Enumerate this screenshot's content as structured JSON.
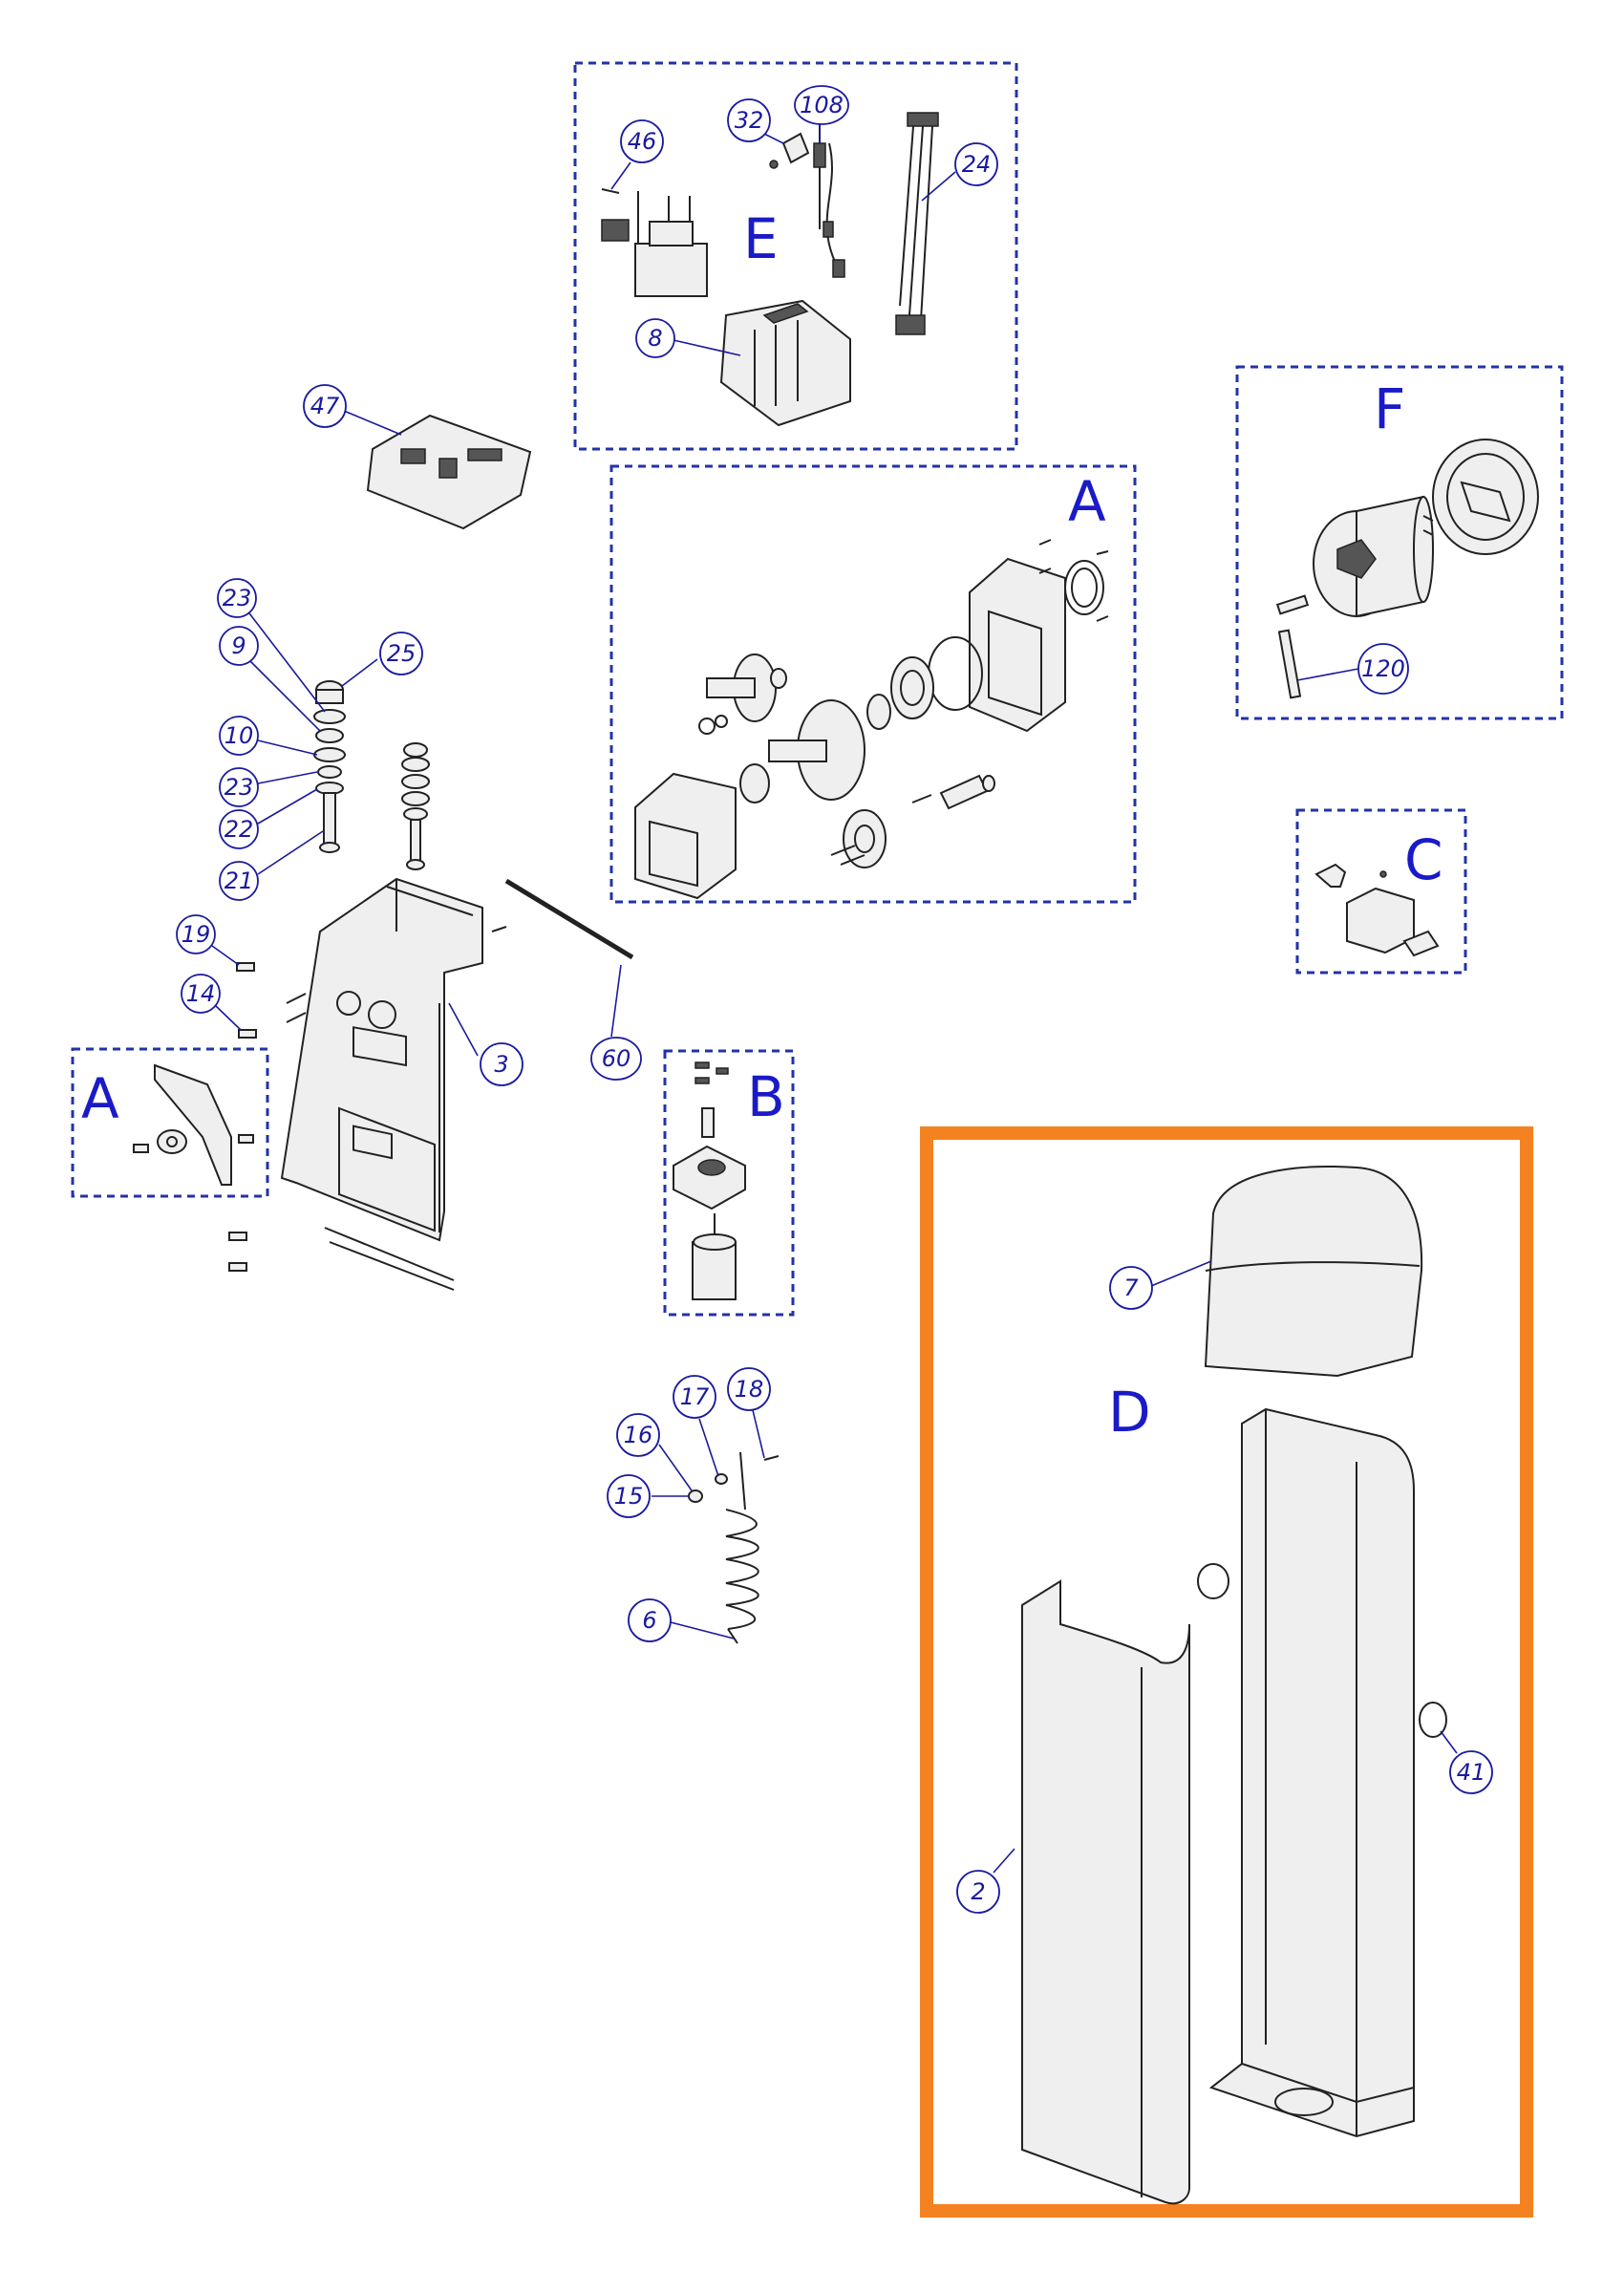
{
  "colors": {
    "callout": "#1a1a9e",
    "group_box": "#2233a8",
    "highlight_box": "#f58220",
    "line": "#222222"
  },
  "groups": {
    "E": "E",
    "A_top": "A",
    "F": "F",
    "C": "C",
    "A_left": "A",
    "B": "B",
    "D": "D"
  },
  "callouts": {
    "c46": "46",
    "c32": "32",
    "c108": "108",
    "c24": "24",
    "c8": "8",
    "c47": "47",
    "c23a": "23",
    "c9": "9",
    "c25": "25",
    "c10": "10",
    "c23b": "23",
    "c22": "22",
    "c21": "21",
    "c19": "19",
    "c14": "14",
    "c3": "3",
    "c60": "60",
    "c120": "120",
    "c17": "17",
    "c18": "18",
    "c16": "16",
    "c15": "15",
    "c6": "6",
    "c7": "7",
    "c41": "41",
    "c2": "2"
  }
}
